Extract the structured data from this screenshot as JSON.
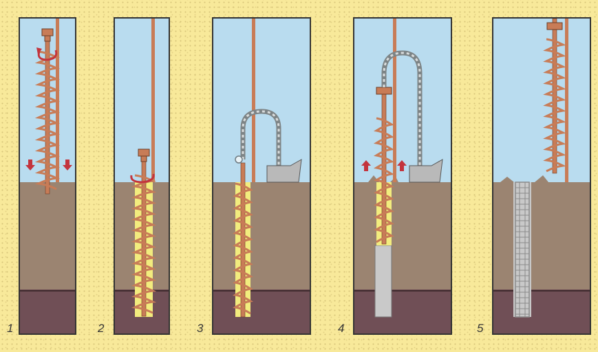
{
  "colors": {
    "sky": "#b9dcef",
    "soil": "#9b8471",
    "deep_soil": "#704f56",
    "auger": "#c87c57",
    "concrete": "#c9c9c9",
    "fresh_concrete": "#f2ec7e",
    "pump": "#b9b9b9",
    "arrow": "#c3343d",
    "page": "#f8e99a"
  },
  "steps": [
    {
      "number": "1",
      "icons": [
        "auger-icon",
        "rotation-arrow-icon",
        "down-arrow-icon"
      ]
    },
    {
      "number": "2",
      "icons": [
        "auger-icon",
        "rotation-arrow-icon",
        "concrete-fill-icon"
      ]
    },
    {
      "number": "3",
      "icons": [
        "auger-icon",
        "hose-icon",
        "pump-icon"
      ]
    },
    {
      "number": "4",
      "icons": [
        "auger-icon",
        "hose-icon",
        "pump-icon",
        "up-arrow-icon",
        "concrete-column-icon"
      ]
    },
    {
      "number": "5",
      "icons": [
        "auger-icon",
        "rebar-cage-icon"
      ]
    }
  ]
}
